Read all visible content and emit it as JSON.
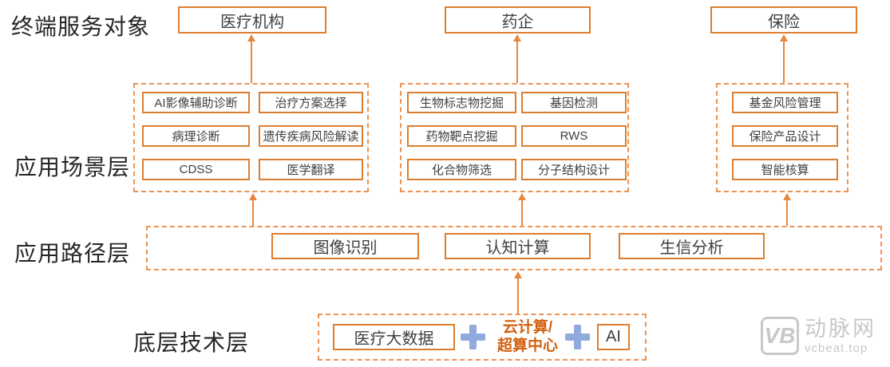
{
  "diagram": {
    "row_labels": {
      "top": "终端服务对象",
      "scene": "应用场景层",
      "path": "应用路径层",
      "tech": "底层技术层"
    },
    "top_boxes": [
      "医疗机构",
      "药企",
      "保险"
    ],
    "scene_groups": [
      [
        "AI影像辅助诊断",
        "治疗方案选择",
        "病理诊断",
        "遗传疾病风险解读",
        "CDSS",
        "医学翻译"
      ],
      [
        "生物标志物挖掘",
        "基因检测",
        "药物靶点挖掘",
        "RWS",
        "化合物筛选",
        "分子结构设计"
      ],
      [
        "基金风险管理",
        "保险产品设计",
        "智能核算"
      ]
    ],
    "path_boxes": [
      "图像识别",
      "认知计算",
      "生信分析"
    ],
    "tech_layer": {
      "data_box": "医疗大数据",
      "center_line1": "云计算/",
      "center_line2": "超算中心",
      "ai_box": "AI"
    },
    "watermark": {
      "logo": "VB",
      "brand": "动脉网",
      "site": "vcbeat.top"
    },
    "colors": {
      "solid_border": "#dd7e2f",
      "dashed_border": "#ea9556",
      "arrow": "#e8873d",
      "cloud_text": "#d2600f",
      "plus_blue": "#8faadc",
      "label_text": "#262626",
      "box_text": "#3f3f3f",
      "watermark_gray": "#c8c8c8"
    }
  }
}
